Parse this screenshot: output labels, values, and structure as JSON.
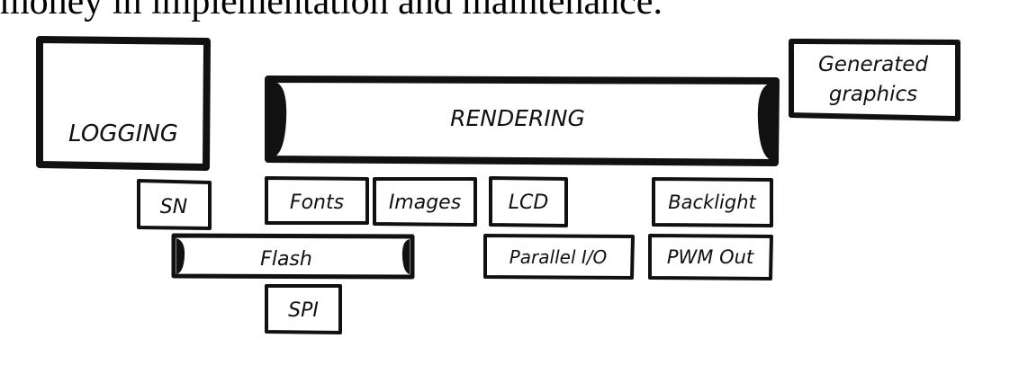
{
  "top_text": "money in implementation and maintenance.",
  "boxes": {
    "logging": "LOGGING",
    "rendering": "RENDERING",
    "generated_graphics_line1": "Generated",
    "generated_graphics_line2": "graphics",
    "sn": "SN",
    "fonts": "Fonts",
    "images": "Images",
    "lcd": "LCD",
    "backlight": "Backlight",
    "flash": "Flash",
    "parallel_io": "Parallel I/O",
    "pwm_out": "PWM Out",
    "spi": "SPI"
  },
  "colors": {
    "stroke": "#111111",
    "background": "#ffffff"
  }
}
